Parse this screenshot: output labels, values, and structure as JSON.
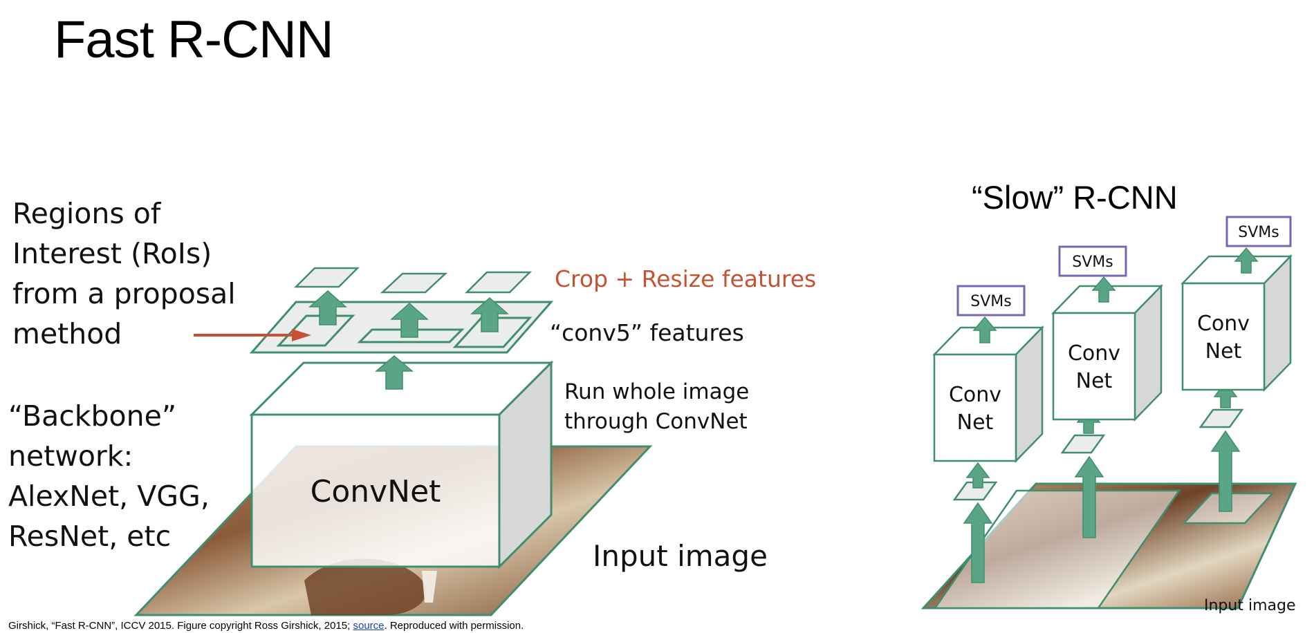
{
  "title": "Fast R-CNN",
  "left_labels": {
    "rois": "Regions of\nInterest (RoIs)\nfrom a proposal\nmethod",
    "backbone": "“Backbone”\nnetwork:\nAlexNet, VGG,\nResNet, etc"
  },
  "fast_diagram": {
    "crop_label": "Crop + Resize features",
    "conv5_label": "“conv5” features",
    "run_label": "Run whole image\nthrough ConvNet",
    "convnet_label": "ConvNet",
    "input_label": "Input image"
  },
  "slow_diagram": {
    "title": "“Slow” R-CNN",
    "svm_label": "SVMs",
    "conv_label_line1": "Conv",
    "conv_label_line2": "Net",
    "input_label": "Input image"
  },
  "caption": {
    "prefix": "Girshick, “Fast R-CNN”, ICCV 2015. Figure copyright Ross Girshick, 2015; ",
    "link_text": "source",
    "suffix": ". Reproduced with permission."
  },
  "colors": {
    "green": "#3f8f6f",
    "arrow_fill": "#5aa586",
    "orange": "#c65232",
    "purple": "#7a64b4",
    "plane_fill": "#eceeed"
  }
}
